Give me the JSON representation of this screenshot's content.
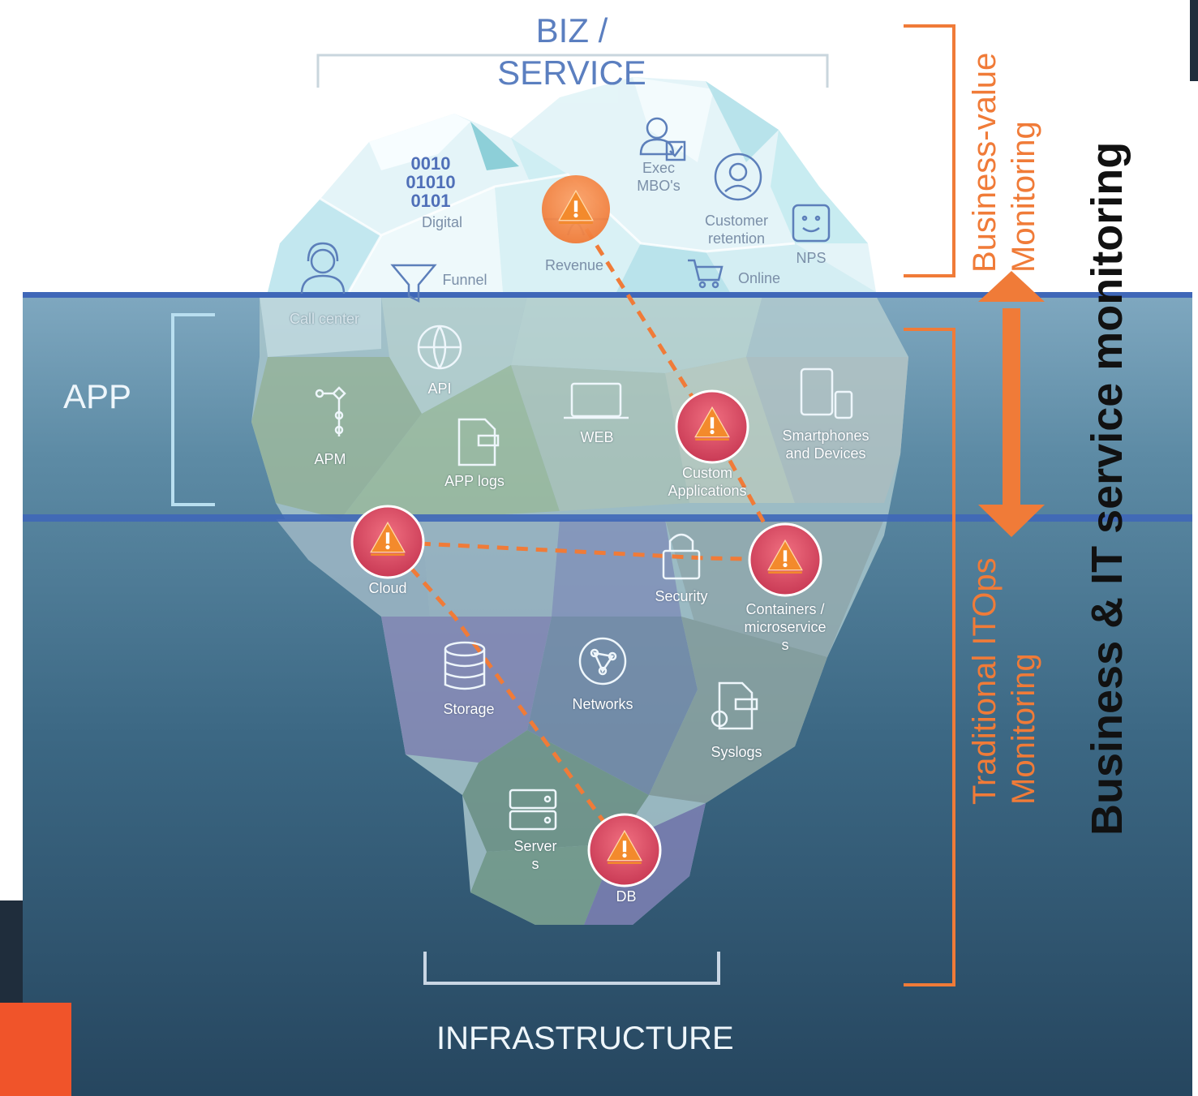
{
  "sections": {
    "biz_service": "BIZ / SERVICE",
    "app": "APP",
    "infrastructure": "INFRASTRUCTURE"
  },
  "side_labels": {
    "business_value": [
      "Business-value",
      "Monitoring"
    ],
    "traditional_itops": [
      "Traditional ITOps",
      "Monitoring"
    ],
    "main": "Business & IT service monitoring"
  },
  "biz_items": {
    "digital_code": [
      "0010",
      "01010",
      "0101"
    ],
    "digital": "Digital",
    "revenue": "Revenue",
    "exec_mbos": [
      "Exec",
      "MBO's"
    ],
    "customer_retention": [
      "Customer",
      "retention"
    ],
    "nps": "NPS",
    "online": "Online",
    "funnel": "Funnel",
    "call_center": "Call center"
  },
  "app_items": {
    "api": "API",
    "apm": "APM",
    "app_logs": "APP logs",
    "web": "WEB",
    "custom_applications": [
      "Custom",
      "Applications"
    ],
    "smartphones": [
      "Smartphones",
      "and Devices"
    ]
  },
  "infra_items": {
    "cloud": "Cloud",
    "security": "Security",
    "containers": [
      "Containers /",
      "microservice",
      "s"
    ],
    "storage": "Storage",
    "networks": "Networks",
    "syslogs": "Syslogs",
    "servers": [
      "Server",
      "s"
    ],
    "db": "DB"
  },
  "colors": {
    "accent_orange": "#f07b38",
    "alert_red": "#d9435e",
    "water_line": "#3f67b8",
    "deep_water": "#2a4a68"
  },
  "icons": [
    "warning-triangle-icon",
    "headset-icon",
    "funnel-icon",
    "user-check-icon",
    "support-agent-icon",
    "smiley-icon",
    "cart-icon",
    "dollar-icon",
    "globe-icon",
    "flow-icon",
    "file-icon",
    "laptop-icon",
    "phone-tablet-icon",
    "lock-icon",
    "database-icon",
    "network-icon",
    "gear-file-icon",
    "server-icon"
  ]
}
